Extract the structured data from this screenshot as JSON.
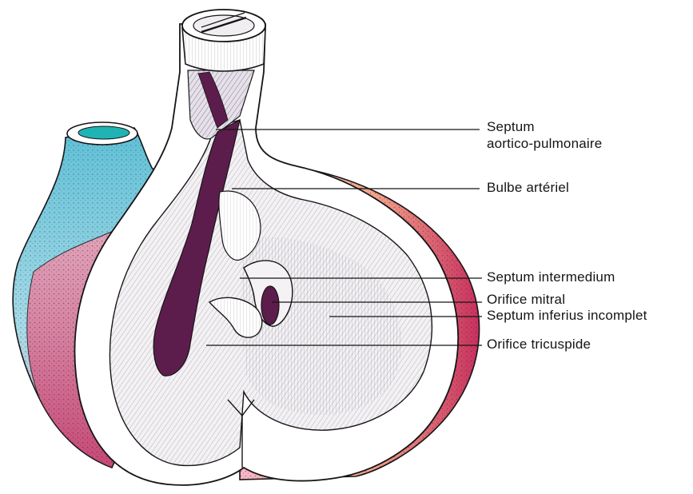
{
  "diagram": {
    "labels": [
      {
        "id": "septum-aortico-pulmonaire",
        "lines": [
          "Septum",
          "aortico-pulmonaire"
        ]
      },
      {
        "id": "bulbe-arteriel",
        "lines": [
          "Bulbe artériel"
        ]
      },
      {
        "id": "septum-intermedium",
        "lines": [
          "Septum intermedium"
        ]
      },
      {
        "id": "orifice-mitral",
        "lines": [
          "Orifice mitral"
        ]
      },
      {
        "id": "septum-inferius-incomplet",
        "lines": [
          "Septum inferius incomplet"
        ]
      },
      {
        "id": "orifice-tricuspide",
        "lines": [
          "Orifice tricuspide"
        ]
      }
    ]
  },
  "colors": {
    "outline": "#161416",
    "atrium_right": "#7fc8e0",
    "atrium_shadow": "#5aa6c8",
    "vessel_inner": "#1fb3b3",
    "ventricle_wall": "#f2a7bd",
    "ventricle_wall_dark": "#c23a6a",
    "wall_orange": "#f3a27a",
    "cut_surface": "#ffffff",
    "cavity": "#f1eef2",
    "septum_dark": "#5c1d4d"
  }
}
